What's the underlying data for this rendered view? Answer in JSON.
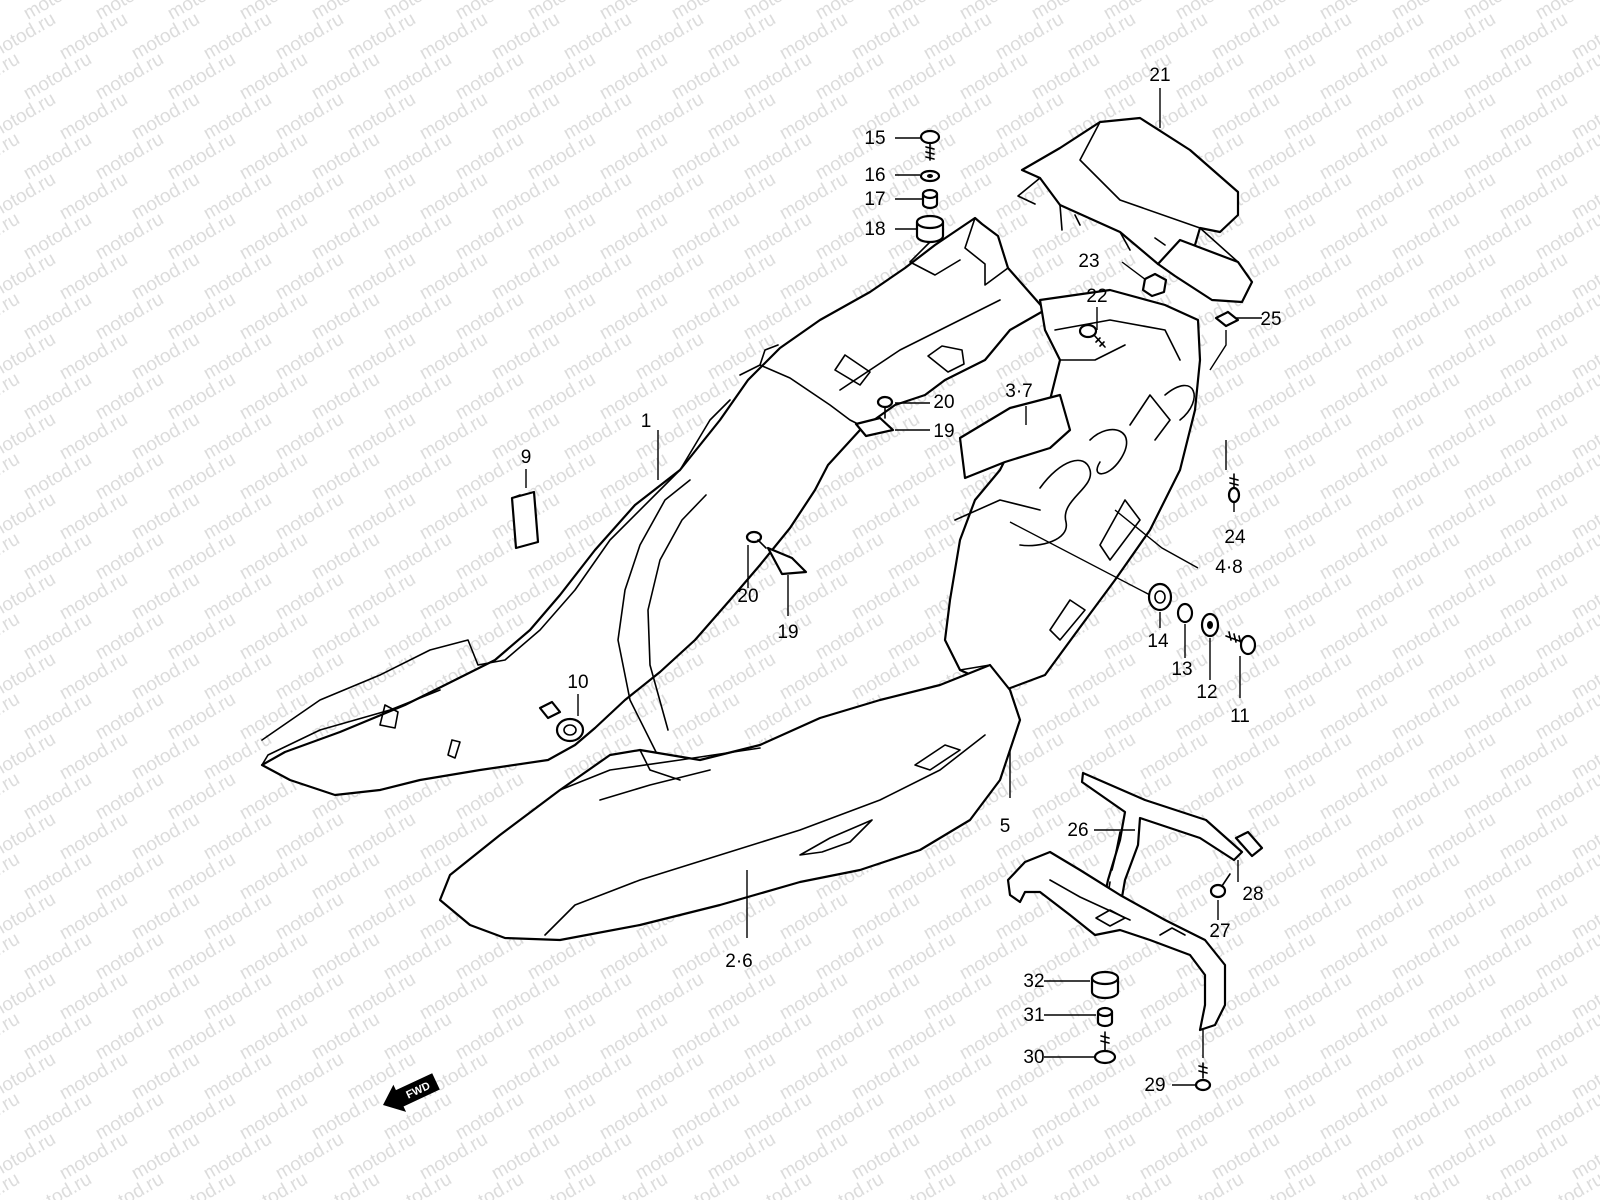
{
  "watermark": "motod.ru",
  "direction_arrow": {
    "label": "FWD",
    "icon": "forward-arrow-icon"
  },
  "callouts": [
    {
      "id": "c1",
      "label": "1"
    },
    {
      "id": "c2",
      "label": "2·6"
    },
    {
      "id": "c3",
      "label": "3·7"
    },
    {
      "id": "c4",
      "label": "4·8"
    },
    {
      "id": "c5",
      "label": "5"
    },
    {
      "id": "c9",
      "label": "9"
    },
    {
      "id": "c10",
      "label": "10"
    },
    {
      "id": "c11",
      "label": "11"
    },
    {
      "id": "c12",
      "label": "12"
    },
    {
      "id": "c13",
      "label": "13"
    },
    {
      "id": "c14",
      "label": "14"
    },
    {
      "id": "c15",
      "label": "15"
    },
    {
      "id": "c16",
      "label": "16"
    },
    {
      "id": "c17",
      "label": "17"
    },
    {
      "id": "c18",
      "label": "18"
    },
    {
      "id": "c19a",
      "label": "19"
    },
    {
      "id": "c19b",
      "label": "19"
    },
    {
      "id": "c20a",
      "label": "20"
    },
    {
      "id": "c20b",
      "label": "20"
    },
    {
      "id": "c21",
      "label": "21"
    },
    {
      "id": "c22",
      "label": "22"
    },
    {
      "id": "c23",
      "label": "23"
    },
    {
      "id": "c24",
      "label": "24"
    },
    {
      "id": "c25",
      "label": "25"
    },
    {
      "id": "c26",
      "label": "26"
    },
    {
      "id": "c27",
      "label": "27"
    },
    {
      "id": "c28",
      "label": "28"
    },
    {
      "id": "c29",
      "label": "29"
    },
    {
      "id": "c30",
      "label": "30"
    },
    {
      "id": "c31",
      "label": "31"
    },
    {
      "id": "c32",
      "label": "32"
    }
  ]
}
